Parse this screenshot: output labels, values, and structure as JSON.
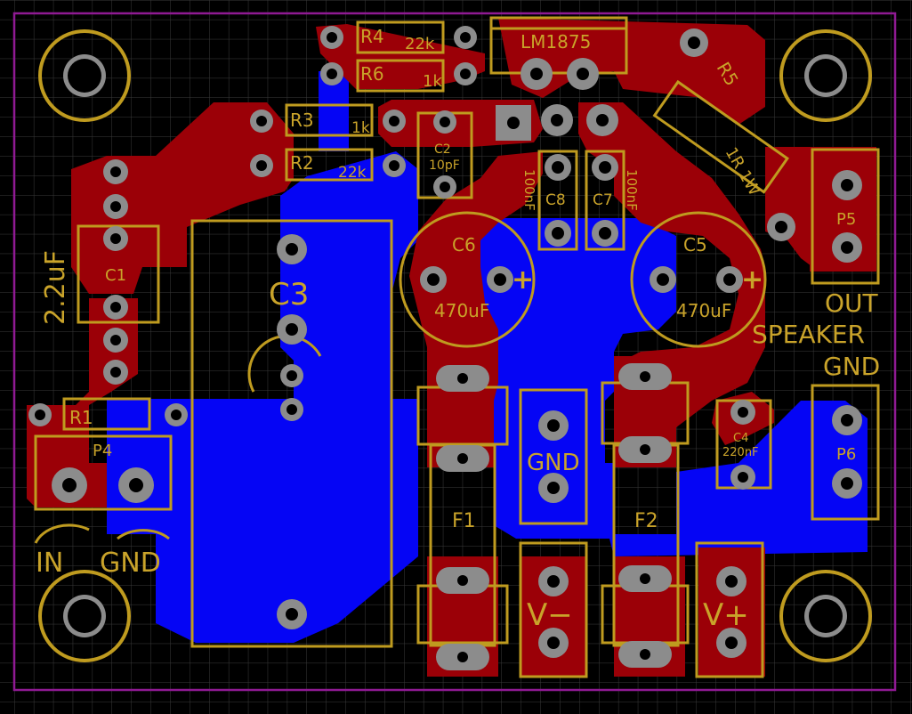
{
  "title": "LM1875 amplifier PCB layout",
  "colors": {
    "background": "#000000",
    "grid": "#3a3a3a",
    "outline": "#8f1a93",
    "top_copper": "#9b0007",
    "bottom_copper": "#0505f5",
    "silkscreen": "#c9a32a",
    "pad": "#8c8c8c"
  },
  "labels": {
    "r4": "R4",
    "r4_value": "22k",
    "r6": "R6",
    "r6_value": "1k",
    "ic": "LM1875",
    "r3": "R3",
    "r3_value": "1k",
    "r2": "R2",
    "r2_value": "22k",
    "c2": "C2",
    "c2_value": "10pF",
    "c8": "C8",
    "c8_value": "100nF",
    "c7": "C7",
    "c7_value": "100nF",
    "c6": "C6",
    "c6_value": "470uF",
    "c5": "C5",
    "c5_value": "470uF",
    "r5": "R5",
    "r5_value": "1R 1W",
    "p5": "P5",
    "c1": "C1",
    "c1_value": "2.2uF",
    "c3": "C3",
    "out": "OUT",
    "speaker": "SPEAKER",
    "gnd_label": "GND",
    "r1": "R1",
    "p4": "P4",
    "in": "IN",
    "gnd_in": "GND",
    "gnd_center": "GND",
    "f1": "F1",
    "f2": "F2",
    "c4": "C4",
    "c4_value": "220nF",
    "p6": "P6",
    "vminus": "V−",
    "vplus": "V+",
    "plus": "+"
  }
}
